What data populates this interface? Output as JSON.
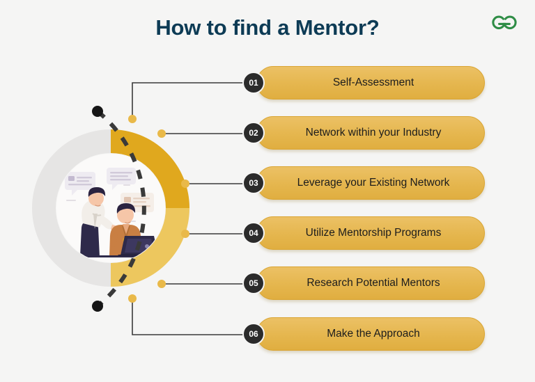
{
  "page": {
    "title": "How to find a Mentor?",
    "background_color": "#f5f5f4",
    "title_color": "#0d3b55"
  },
  "logo": {
    "name": "geeksforgeeks-logo",
    "color": "#2f8d46"
  },
  "graphic": {
    "name": "mentorship-illustration",
    "description": "Two people talking at a laptop inside a circular ring",
    "ring_colors": {
      "gray": "#e6e5e4",
      "gold_dark": "#e0a81e",
      "gold_light": "#edc75e"
    }
  },
  "theme": {
    "pill_fill": "#e8bc5a",
    "pill_border": "#d9a431",
    "badge_fill": "#2b2b2b",
    "badge_text": "#ffffff",
    "dash_color": "#3a3a3a",
    "dot_color": "#e9b949",
    "connector_color": "#3a3a3a"
  },
  "steps": [
    {
      "number": "01",
      "label": "Self-Assessment"
    },
    {
      "number": "02",
      "label": "Network within your Industry"
    },
    {
      "number": "03",
      "label": "Leverage your Existing Network"
    },
    {
      "number": "04",
      "label": "Utilize Mentorship Programs"
    },
    {
      "number": "05",
      "label": "Research Potential Mentors"
    },
    {
      "number": "06",
      "label": "Make the Approach"
    }
  ]
}
